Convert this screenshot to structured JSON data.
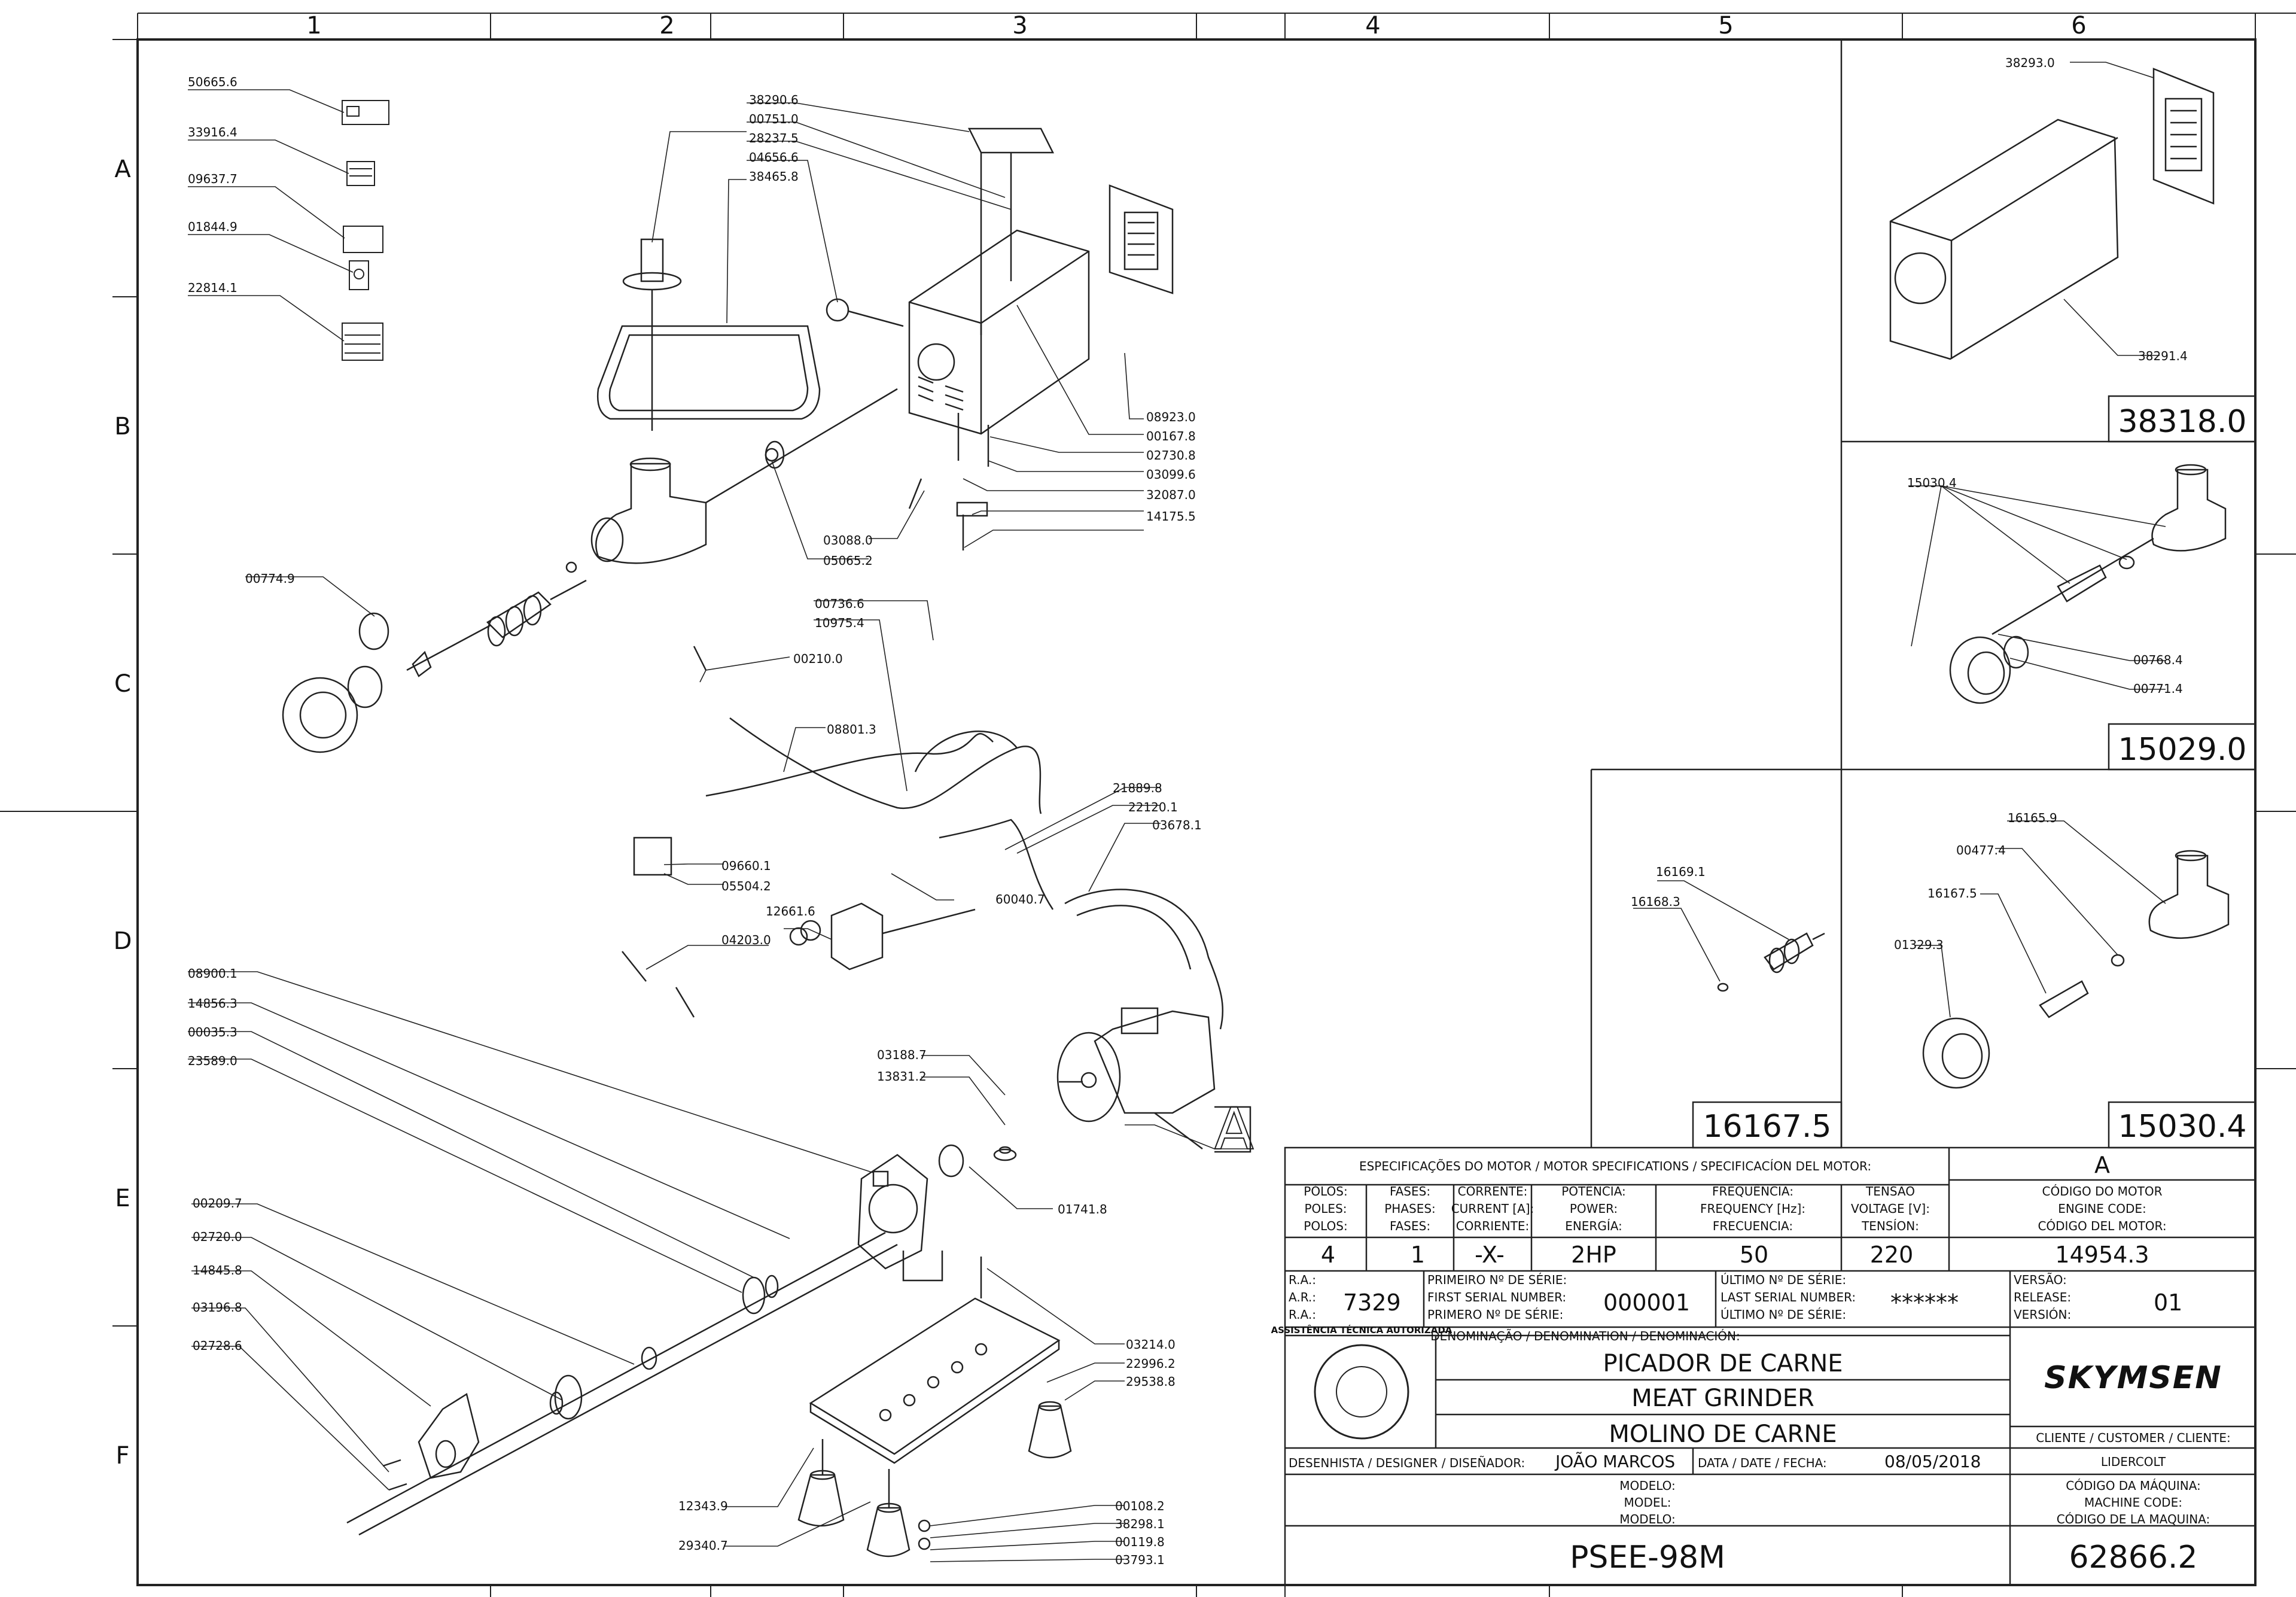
{
  "grid": {
    "columns": [
      "1",
      "2",
      "3",
      "4",
      "5",
      "6"
    ],
    "rows": [
      "A",
      "B",
      "C",
      "D",
      "E",
      "F"
    ]
  },
  "main_parts": [
    "50665.6",
    "33916.4",
    "09637.7",
    "01844.9",
    "22814.1",
    "38290.6",
    "00751.0",
    "28237.5",
    "04656.6",
    "38465.8",
    "08923.0",
    "00167.8",
    "02730.8",
    "03099.6",
    "32087.0",
    "14175.5",
    "03088.0",
    "05065.2",
    "00774.9",
    "00736.6",
    "10975.4",
    "00210.0",
    "08801.3",
    "21889.8",
    "22120.1",
    "03678.1",
    "09660.1",
    "05504.2",
    "60040.7",
    "12661.6",
    "04203.0",
    "08900.1",
    "14856.3",
    "00035.3",
    "23589.0",
    "03188.7",
    "13831.2",
    "01741.8",
    "00209.7",
    "02720.0",
    "14845.8",
    "03196.8",
    "02728.6",
    "03214.0",
    "22996.2",
    "29538.8",
    "12343.9",
    "29340.7",
    "00108.2",
    "38298.1",
    "00119.8",
    "03793.1"
  ],
  "detail_label": "A",
  "kits": {
    "k38318": {
      "code": "38318.0",
      "parts": [
        "38293.0",
        "38291.4"
      ]
    },
    "k15029": {
      "code": "15029.0",
      "parts": [
        "15030.4",
        "00768.4",
        "00771.4"
      ]
    },
    "k16167": {
      "code": "16167.5",
      "parts": [
        "16169.1",
        "16168.3"
      ]
    },
    "k15030": {
      "code": "15030.4",
      "parts": [
        "16165.9",
        "00477.4",
        "16167.5",
        "01329.3"
      ]
    }
  },
  "motor_spec": {
    "title": "ESPECIFICAÇÕES DO MOTOR / MOTOR SPECIFICATIONS / SPECIFICACÍON DEL MOTOR:",
    "columns": [
      {
        "h1": "PÓLOS:",
        "h2": "POLES:",
        "h3": "POLOS:",
        "value": "4"
      },
      {
        "h1": "FASES:",
        "h2": "PHASES:",
        "h3": "FASES:",
        "value": "1"
      },
      {
        "h1": "CORRENTE:",
        "h2": "CURRENT [A]:",
        "h3": "CORRIENTE:",
        "value": "-X-"
      },
      {
        "h1": "POTÊNCIA:",
        "h2": "POWER:",
        "h3": "ENERGÍA:",
        "value": "2HP"
      },
      {
        "h1": "FREQUÊNCIA:",
        "h2": "FREQUENCY [Hz]:",
        "h3": "FRECUENCIA:",
        "value": "50"
      },
      {
        "h1": "TENSÃO",
        "h2": "VOLTAGE [V]:",
        "h3": "TENSÍON:",
        "value": "220"
      }
    ],
    "rev_letter": "A",
    "engine_code_labels": [
      "CÓDIGO DO MOTOR",
      "ENGINE CODE:",
      "CÓDIGO DEL MOTOR:"
    ],
    "engine_code": "14954.3"
  },
  "serial": {
    "ra_labels": [
      "R.A.:",
      "A.R.:",
      "R.A.:"
    ],
    "ra": "7329",
    "first_labels": [
      "PRIMEIRO Nº DE SÉRIE:",
      "FIRST SERIAL NUMBER:",
      "PRIMERO Nº DE SÉRIE:"
    ],
    "first": "000001",
    "last_labels": [
      "ÚLTIMO Nº DE SÉRIE:",
      "LAST SERIAL NUMBER:",
      "ÚLTIMO Nº DE SÉRIE:"
    ],
    "last": "******",
    "version_labels": [
      "VERSÃO:",
      "RELEASE:",
      "VERSIÓN:"
    ],
    "version": "01"
  },
  "denomination": {
    "label": "DENOMINAÇÃO / DENOMINATION / DENOMINACIÓN:",
    "pt": "PICADOR DE CARNE",
    "en": "MEAT GRINDER",
    "es": "MOLINO DE CARNE"
  },
  "stamp": {
    "text": "ASSISTÊNCIA TÉCNICA AUTORIZADA"
  },
  "brand": "SKYMSEN",
  "client": {
    "label": "CLIENTE / CUSTOMER / CLIENTE:",
    "value": "LIDERCOLT"
  },
  "designer": {
    "label": "DESENHISTA / DESIGNER / DISEÑADOR:",
    "value": "JOÃO MARCOS"
  },
  "date": {
    "label": "DATA / DATE / FECHA:",
    "value": "08/05/2018"
  },
  "model": {
    "labels": [
      "MODELO:",
      "MODEL:",
      "MODELO:"
    ],
    "value": "PSEE-98M"
  },
  "machine_code": {
    "labels": [
      "CÓDIGO DA MÁQUINA:",
      "MACHINE CODE:",
      "CÓDIGO DE LA MAQUINA:"
    ],
    "value": "62866.2"
  },
  "colors": {
    "line": "#222222",
    "background": "#ffffff"
  }
}
